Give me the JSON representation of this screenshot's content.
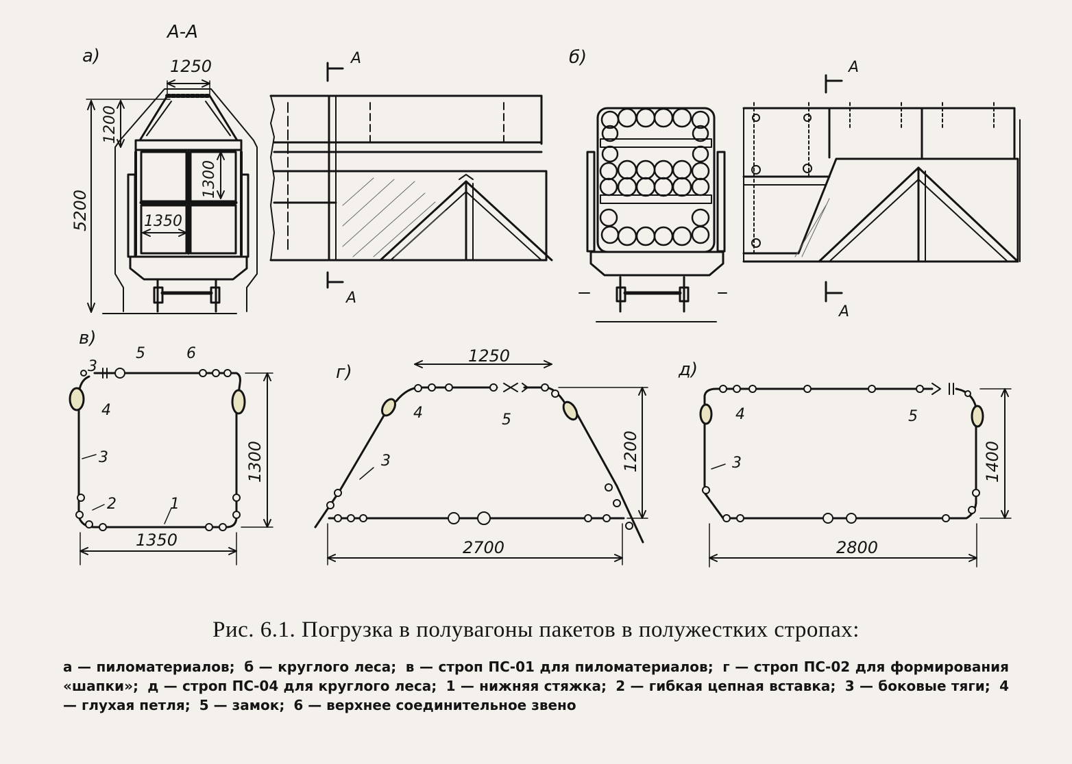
{
  "panels": {
    "a": {
      "label": "а)",
      "section": "А-А",
      "cut": "А",
      "dims": [
        "1250",
        "1200",
        "5200",
        "1300",
        "1350"
      ]
    },
    "b": {
      "label": "б)",
      "cut": "А"
    },
    "v": {
      "label": "в)",
      "parts": [
        "5",
        "6",
        "3",
        "4",
        "3",
        "2",
        "1"
      ],
      "dims": [
        "1300",
        "1350"
      ]
    },
    "g": {
      "label": "г)",
      "parts": [
        "4",
        "5",
        "3"
      ],
      "dims": [
        "1250",
        "1200",
        "2700"
      ]
    },
    "d": {
      "label": "д)",
      "parts": [
        "4",
        "5",
        "3"
      ],
      "dims": [
        "1400",
        "2800"
      ]
    }
  },
  "caption": "Рис. 6.1. Погрузка в полувагоны пакетов в полужестких стропах:",
  "legend": [
    "а — пиломатериалов;",
    "б — круглого леса;",
    "в — строп ПС-01 для пиломатериалов;",
    "г — строп ПС-02 для формирования «шапки»;",
    "д — строп ПС-04 для круглого леса;",
    "1 — нижняя стяжка;",
    "2 — гибкая цепная вставка;",
    "3 — боковые тяги;",
    "4 — глухая петля;",
    "5 — замок;",
    "6 — верхнее соединительное звено"
  ]
}
